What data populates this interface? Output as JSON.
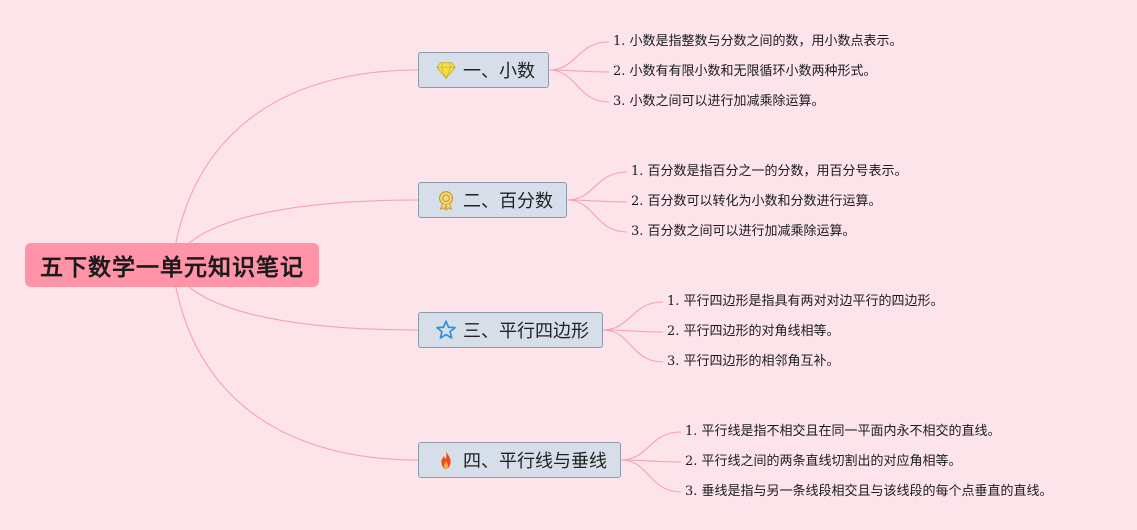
{
  "title": "五下数学一单元知识笔记",
  "colors": {
    "background": "#fde3ea",
    "root_fill": "#ff93a8",
    "branch_fill": "#d6dfe9",
    "branch_border": "#8e9aa8",
    "connector": "#f2a3b6"
  },
  "branches": [
    {
      "icon": "gem-icon",
      "label": "一、小数",
      "items": [
        "1. 小数是指整数与分数之间的数，用小数点表示。",
        "2. 小数有有限小数和无限循环小数两种形式。",
        "3. 小数之间可以进行加减乘除运算。"
      ]
    },
    {
      "icon": "medal-icon",
      "label": "二、百分数",
      "items": [
        "1. 百分数是指百分之一的分数，用百分号表示。",
        "2. 百分数可以转化为小数和分数进行运算。",
        "3. 百分数之间可以进行加减乘除运算。"
      ]
    },
    {
      "icon": "star-icon",
      "label": "三、平行四边形",
      "items": [
        "1. 平行四边形是指具有两对对边平行的四边形。",
        "2. 平行四边形的对角线相等。",
        "3. 平行四边形的相邻角互补。"
      ]
    },
    {
      "icon": "fire-icon",
      "label": "四、平行线与垂线",
      "items": [
        "1. 平行线是指不相交且在同一平面内永不相交的直线。",
        "2. 平行线之间的两条直线切割出的对应角相等。",
        "3. 垂线是指与另一条线段相交且与该线段的每个点垂直的直线。"
      ]
    }
  ]
}
